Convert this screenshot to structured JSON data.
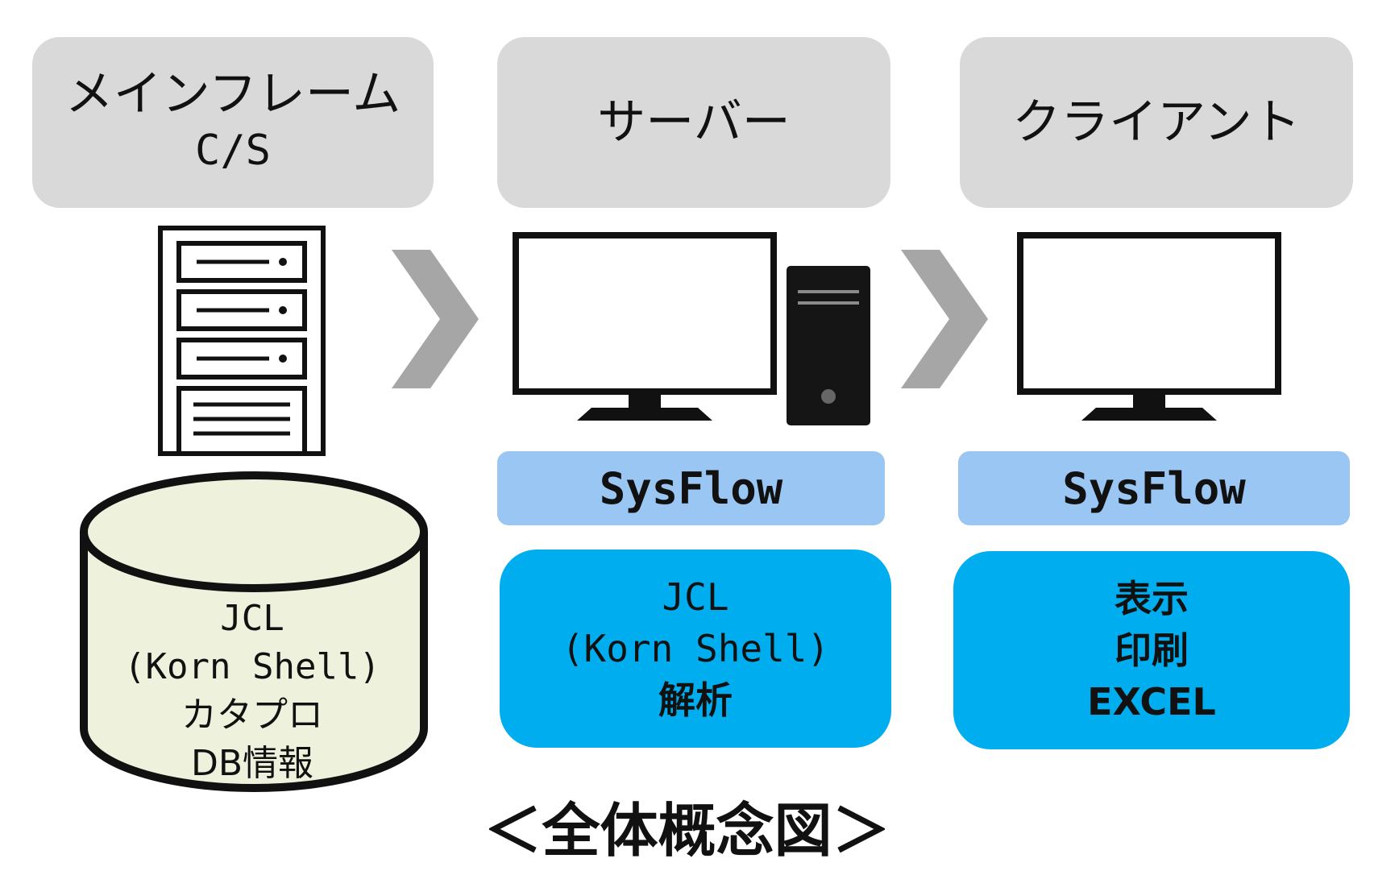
{
  "columns": {
    "mainframe": {
      "line1": "メインフレーム",
      "line2": "C/S"
    },
    "server": {
      "title": "サーバー"
    },
    "client": {
      "title": "クライアント"
    }
  },
  "database": {
    "lines": [
      "JCL",
      "(Korn Shell)",
      "カタプロ",
      "DB情報"
    ]
  },
  "server_tool": "SysFlow",
  "client_tool": "SysFlow",
  "server_functions": [
    "JCL",
    "(Korn Shell)",
    "解析"
  ],
  "client_functions": [
    "表示",
    "印刷",
    "EXCEL"
  ],
  "caption": "＜全体概念図＞",
  "colors": {
    "header_bg": "#d9d9d9",
    "tool_bg": "#9ac6f4",
    "function_bg": "#00aeef",
    "database_fill": "#eef2dc",
    "arrow": "#a6a6a6"
  }
}
